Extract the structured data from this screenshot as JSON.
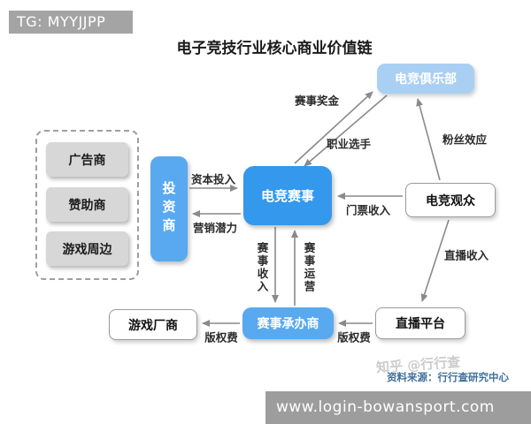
{
  "top_watermark": "TG: MYYJJPP",
  "title": "电子竞技行业核心商业价值链",
  "nodes": {
    "club": "电竞俱乐部",
    "event": "电竞赛事",
    "audience": "电竞观众",
    "investor": "投资商",
    "advertiser": "广告商",
    "sponsor": "赞助商",
    "peripheral": "游戏周边",
    "game_maker": "游戏厂商",
    "organizer": "赛事承办商",
    "platform": "直播平台"
  },
  "edge_labels": {
    "prize": "赛事奖金",
    "players": "职业选手",
    "fans": "粉丝效应",
    "capital": "资本投入",
    "marketing": "营销潜力",
    "tickets": "门票收入",
    "live_income": "直播收入",
    "event_income": "赛事收入",
    "event_operation": "赛事运营",
    "copyright_left": "版权费",
    "copyright_right": "版权费"
  },
  "footer": {
    "zhihu_watermark": "知乎 @行行查",
    "source": "资料来源：行行查研究中心",
    "bottom_url": "www.login-bowansport.com"
  },
  "colors": {
    "event_box": "#3498ec",
    "investor_box": "#58a9f0",
    "club_box": "#a9d0f3",
    "gray_box": "#d7d7d7",
    "white_box_border": "#9a9a9a",
    "arrow": "#8a8a8a",
    "source_text": "#41719c",
    "watermark_bar": "#9d9d9d"
  }
}
